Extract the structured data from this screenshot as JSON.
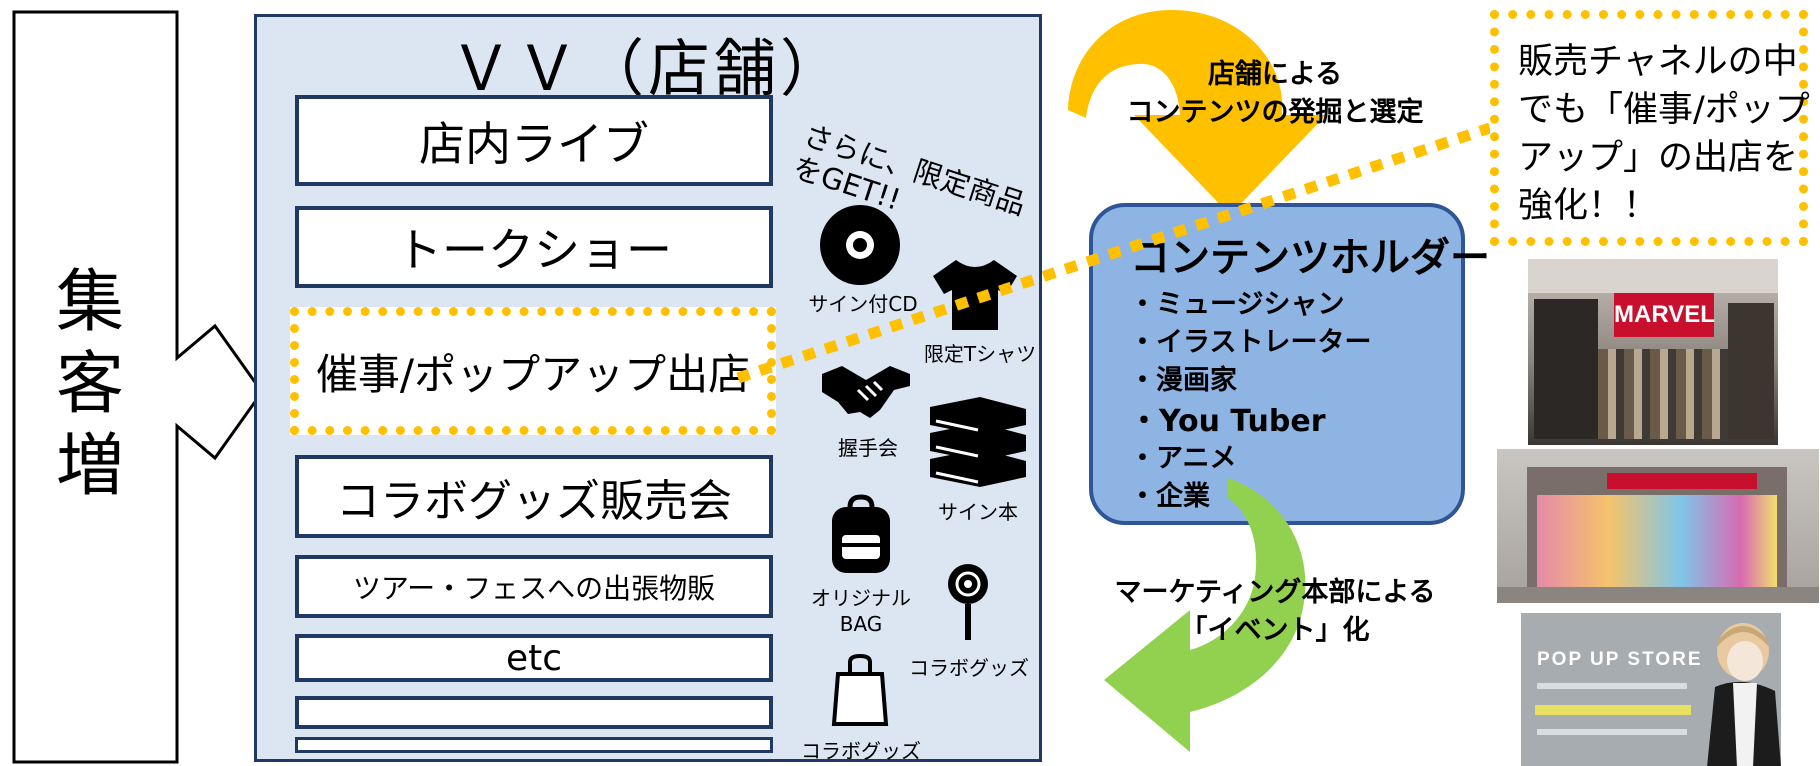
{
  "left_arrow": {
    "text": "集客増"
  },
  "store": {
    "title": "ＶＶ（店舗）",
    "events": [
      "店内ライブ",
      "トークショー",
      "催事/ポップアップ出店",
      "コラボグッズ販売会",
      "ツアー・フェスへの出張物販",
      "etc",
      "",
      ""
    ],
    "bonus_caption_line1": "さらに、限定商品",
    "bonus_caption_line2": "をGET!!",
    "item_labels": {
      "cd": "サイン付CD",
      "tshirt": "限定Tシャツ",
      "handshake": "握手会",
      "book": "サイン本",
      "bag_line1": "オリジナル",
      "bag_line2": "BAG",
      "lollipop": "コラボグッズ",
      "shopping_bag": "コラボグッズ"
    }
  },
  "top_arrow": {
    "line1": "店舗による",
    "line2": "コンテンツの発掘と選定"
  },
  "content_holder": {
    "title": "コンテンツホルダー",
    "items": [
      "・ミュージシャン",
      "・イラストレーター",
      "・漫画家",
      "・You Tuber",
      "・アニメ",
      "・企業"
    ]
  },
  "bottom_arrow": {
    "line1": "マーケティング本部による",
    "line2": "「イベント」化"
  },
  "note": {
    "lines": [
      "販売チャネルの中",
      "でも「催事/ポップ",
      "アップ」の出店を",
      "強化！！"
    ]
  },
  "photos": {
    "marvel_sign": "MARVEL",
    "popup_title": "POP UP STORE"
  },
  "colors": {
    "panel": "#dce6f2",
    "panel_border": "#1f3864",
    "holder": "#8eb4e3",
    "yellow": "#ffc000",
    "green": "#92d050"
  }
}
